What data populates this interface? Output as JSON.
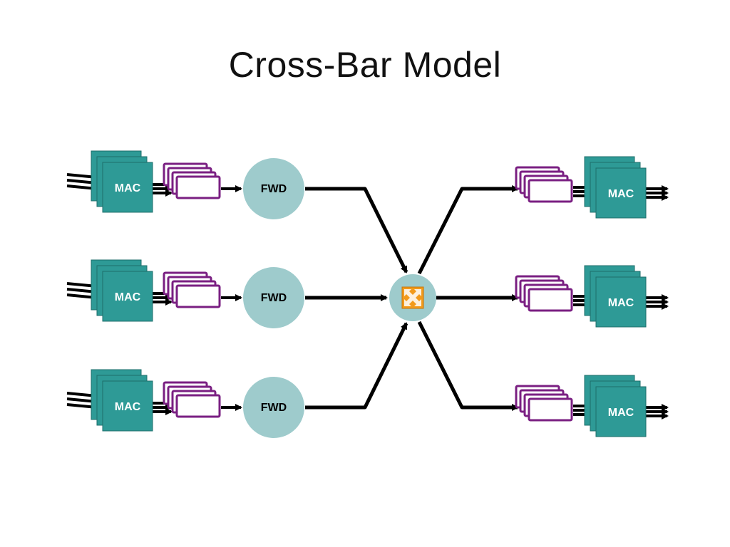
{
  "slide": {
    "title": "Cross-Bar Model"
  },
  "labels": {
    "mac": "MAC",
    "fwd": "FWD"
  },
  "colors": {
    "mac_fill": "#2e9a96",
    "mac_stroke": "#1d6e6b",
    "queue_stroke": "#7a1f82",
    "fwd_fill": "#9ecbcc",
    "switch_fill": "#9ecbcc",
    "switch_icon": "#f29a1b",
    "arrow": "#000000"
  },
  "icons": {
    "switch": "crossbar-switch-icon"
  },
  "diagram": {
    "inputs": [
      {
        "mac": "MAC",
        "fwd": "FWD"
      },
      {
        "mac": "MAC",
        "fwd": "FWD"
      },
      {
        "mac": "MAC",
        "fwd": "FWD"
      }
    ],
    "outputs": [
      {
        "mac": "MAC"
      },
      {
        "mac": "MAC"
      },
      {
        "mac": "MAC"
      }
    ]
  }
}
